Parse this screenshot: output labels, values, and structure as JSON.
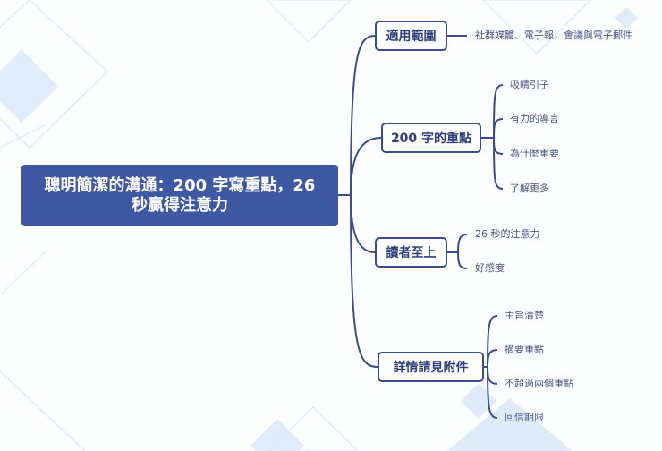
{
  "mindmap": {
    "root": {
      "line1": "聰明簡潔的溝通：200 字寫重點，26",
      "line2": "秒贏得注意力"
    },
    "branches": [
      {
        "label": "適用範圍",
        "children": [
          "社群媒體、電子報，會議與電子郵件"
        ]
      },
      {
        "label": "200 字的重點",
        "children": [
          "吸睛引子",
          "有力的導言",
          "為什麼重要",
          "了解更多"
        ]
      },
      {
        "label": "讀者至上",
        "children": [
          "26 秒的注意力",
          "好感度"
        ]
      },
      {
        "label": "詳情請見附件",
        "children": [
          "主旨清楚",
          "摘要重點",
          "不超過兩個重點",
          "回信期限"
        ]
      }
    ]
  },
  "colors": {
    "root_fill": "#3f58a3",
    "line": "#3a4d8f",
    "topic_text": "#2f3f7e",
    "leaf_text": "#4a5585",
    "decor_fill": "#dbeaf8",
    "decor_stroke": "#d6e7f7"
  }
}
